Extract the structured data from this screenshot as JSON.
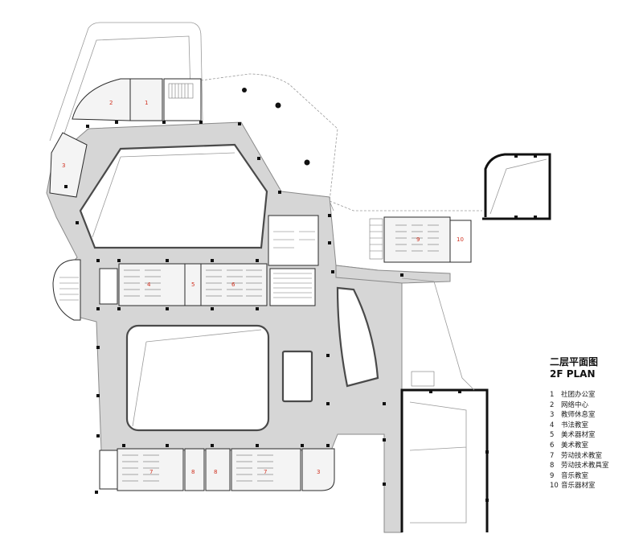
{
  "plan": {
    "title_cn": "二层平面图",
    "title_en": "2F PLAN"
  },
  "legend": [
    {
      "num": "1",
      "label": "社团办公室"
    },
    {
      "num": "2",
      "label": "网络中心"
    },
    {
      "num": "3",
      "label": "教师休息室"
    },
    {
      "num": "4",
      "label": "书法教室"
    },
    {
      "num": "5",
      "label": "美术器材室"
    },
    {
      "num": "6",
      "label": "美术教室"
    },
    {
      "num": "7",
      "label": "劳动技术教室"
    },
    {
      "num": "8",
      "label": "劳动技术教具室"
    },
    {
      "num": "9",
      "label": "音乐教室"
    },
    {
      "num": "10",
      "label": "音乐器材室"
    }
  ],
  "room_labels": {
    "r1": "1",
    "r2": "2",
    "r3a": "3",
    "r4": "4",
    "r5": "5",
    "r6": "6",
    "r7a": "7",
    "r8a": "8",
    "r8b": "8",
    "r7b": "7",
    "r3b": "3",
    "r9": "9",
    "r10": "10"
  },
  "colors": {
    "corridor": "#d6d6d6",
    "room_number": "#d0301f",
    "wall": "#111111"
  }
}
